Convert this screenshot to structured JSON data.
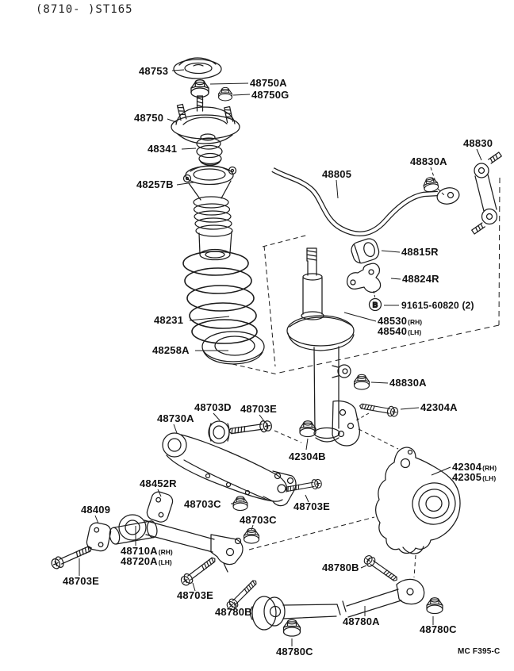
{
  "meta": {
    "header_code": "(8710-   )ST165",
    "footer_code": "MC F395-C",
    "bolt_symbol": "B"
  },
  "colors": {
    "ink": "#1c1c1c",
    "background": "#ffffff"
  },
  "labels": [
    {
      "text": "48753"
    },
    {
      "text": "48750A"
    },
    {
      "text": "48750G"
    },
    {
      "text": "48750"
    },
    {
      "text": "48341"
    },
    {
      "text": "48257B"
    },
    {
      "text": "48805"
    },
    {
      "text": "48830A"
    },
    {
      "text": "48830"
    },
    {
      "text": "48815R"
    },
    {
      "text": "48824R"
    },
    {
      "text": "91615-60820 (2)"
    },
    {
      "text": "48530",
      "suffix": "(RH)"
    },
    {
      "text": "48540",
      "suffix": "(LH)"
    },
    {
      "text": "48231"
    },
    {
      "text": "48258A"
    },
    {
      "text": "48830A"
    },
    {
      "text": "42304A"
    },
    {
      "text": "48703D"
    },
    {
      "text": "48703E"
    },
    {
      "text": "48730A"
    },
    {
      "text": "42304B"
    },
    {
      "text": "42304",
      "suffix": "(RH)"
    },
    {
      "text": "42305",
      "suffix": "(LH)"
    },
    {
      "text": "48703E"
    },
    {
      "text": "48452R"
    },
    {
      "text": "48409"
    },
    {
      "text": "48703C"
    },
    {
      "text": "48703C"
    },
    {
      "text": "48710A",
      "suffix": "(RH)"
    },
    {
      "text": "48720A",
      "suffix": "(LH)"
    },
    {
      "text": "48703E"
    },
    {
      "text": "48703E"
    },
    {
      "text": "48780B"
    },
    {
      "text": "48780B"
    },
    {
      "text": "48780A"
    },
    {
      "text": "48780C"
    },
    {
      "text": "48780C"
    }
  ]
}
